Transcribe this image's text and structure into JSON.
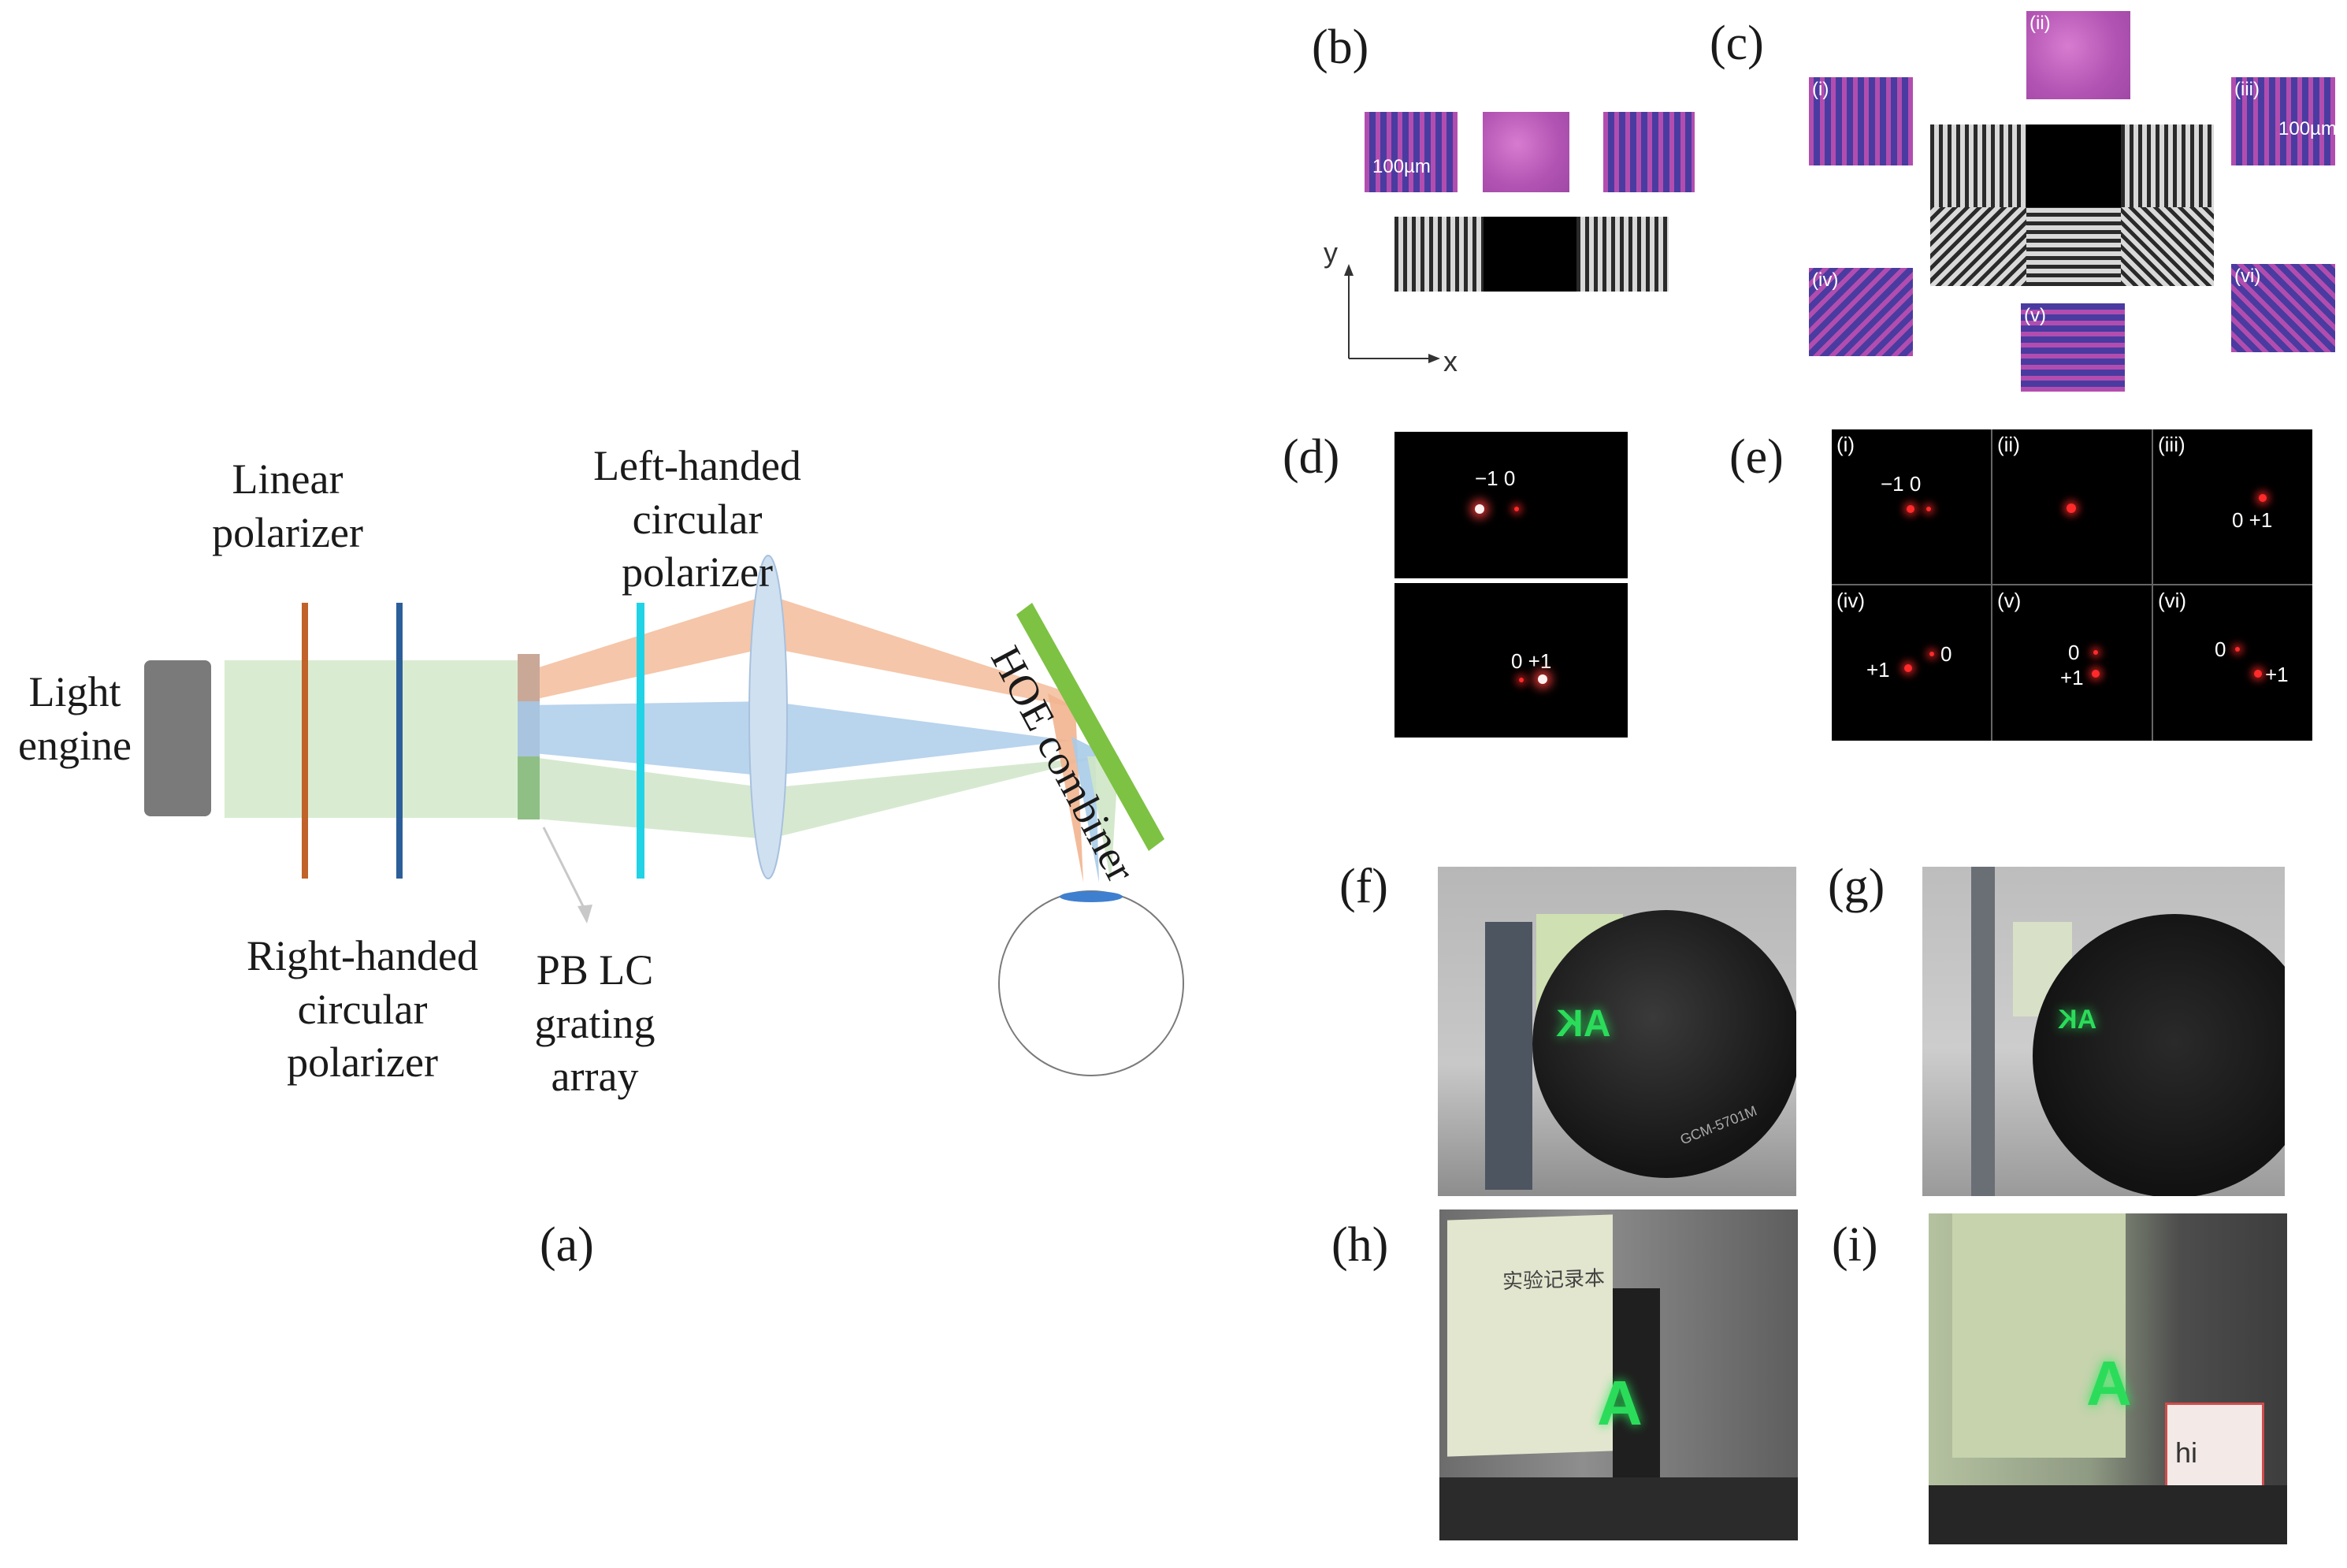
{
  "panels": {
    "a": "(a)",
    "b": "(b)",
    "c": "(c)",
    "d": "(d)",
    "e": "(e)",
    "f": "(f)",
    "g": "(g)",
    "h": "(h)",
    "i": "(i)"
  },
  "diagram_a": {
    "light_engine": [
      "Light",
      "engine"
    ],
    "linear_polarizer": [
      "Linear",
      "polarizer"
    ],
    "right_circular": [
      "Right-handed",
      "circular",
      "polarizer"
    ],
    "pb_lc": [
      "PB LC",
      "grating",
      "array"
    ],
    "left_circular": [
      "Left-handed",
      "circular",
      "polarizer"
    ],
    "hoe": "HOE combiner"
  },
  "panel_b": {
    "scale": "100µm",
    "axis_x": "x",
    "axis_y": "y"
  },
  "panel_c": {
    "insets": [
      "(i)",
      "(ii)",
      "(iii)",
      "(iv)",
      "(v)",
      "(vi)"
    ],
    "scale": "100µm"
  },
  "panel_d": {
    "top_orders": "−1  0",
    "bottom_orders": "0  +1"
  },
  "panel_e": {
    "cells": [
      {
        "tag": "(i)",
        "orders": "−1 0"
      },
      {
        "tag": "(ii)",
        "orders": ""
      },
      {
        "tag": "(iii)",
        "orders": "0 +1"
      },
      {
        "tag": "(iv)",
        "orders_a": "+1",
        "orders_b": "0"
      },
      {
        "tag": "(v)",
        "orders_a": "0",
        "orders_b": "+1"
      },
      {
        "tag": "(vi)",
        "orders_a": "0",
        "orders_b": "+1"
      }
    ]
  },
  "photos": {
    "f_text": "AK",
    "g_text": "AK",
    "h_text": "A",
    "i_text": "A",
    "f_lens_text": "GCM-5701M",
    "h_notebook": "实验记录本",
    "i_tag": "hi"
  },
  "colors": {
    "orange_beam": "#f2b48f",
    "blue_beam": "#a9cbe8",
    "green_beam": "#cfe6c6",
    "hoe_green": "#7dc243",
    "linear_polarizer": "#c0622a",
    "right_polarizer": "#2c5f9a",
    "left_polarizer": "#22d3e6"
  }
}
